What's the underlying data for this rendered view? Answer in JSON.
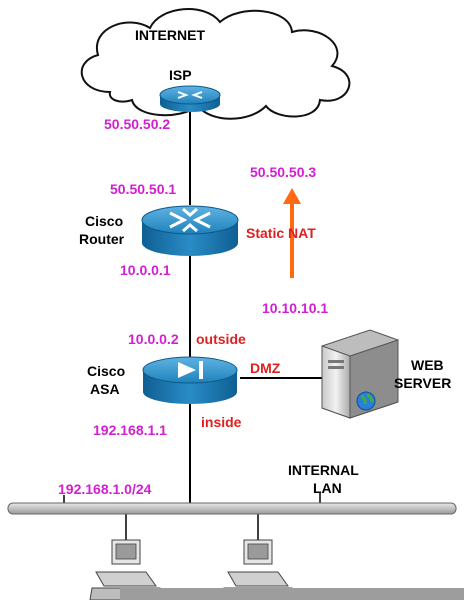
{
  "cloud": {
    "title": "INTERNET",
    "isp_label": "ISP"
  },
  "isp": {
    "ip": "50.50.50.2"
  },
  "router": {
    "name_line1": "Cisco",
    "name_line2": "Router",
    "ip_outside": "50.50.50.1",
    "ip_inside": "10.0.0.1"
  },
  "nat": {
    "label": "Static NAT",
    "public_ip": "50.50.50.3",
    "private_ip": "10.10.10.1",
    "arrow_color": "#ff6a10"
  },
  "asa": {
    "name_line1": "Cisco",
    "name_line2": "ASA",
    "outside_ip": "10.0.0.2",
    "outside_label": "outside",
    "dmz_label": "DMZ",
    "inside_label": "inside",
    "inside_ip": "192.168.1.1"
  },
  "web_server": {
    "line1": "WEB",
    "line2": "SERVER"
  },
  "lan": {
    "line1": "INTERNAL",
    "line2": "LAN",
    "subnet": "192.168.1.0/24"
  },
  "colors": {
    "ip_text": "#d21fd2",
    "accent_text": "#e02020",
    "device_blue": "#1e7fb5"
  }
}
